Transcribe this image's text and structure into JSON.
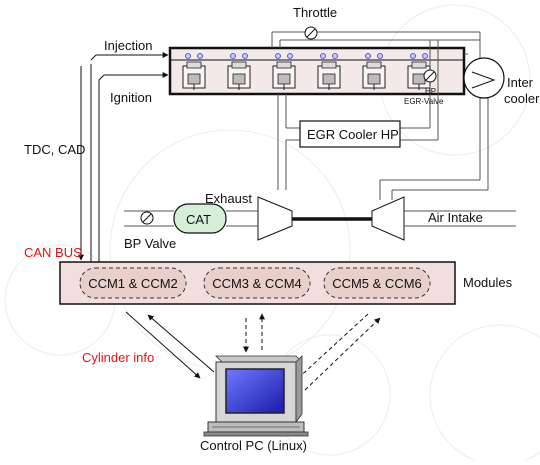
{
  "labels": {
    "throttle": "Throttle",
    "injection": "Injection",
    "ignition": "Ignition",
    "tdc_cad": "TDC, CAD",
    "hp_egr_line1": "HP",
    "hp_egr_line2": "EGR-Valve",
    "intercooler_line1": "Inter",
    "intercooler_line2": "cooler",
    "egr_cooler": "EGR Cooler HP",
    "exhaust": "Exhaust",
    "cat": "CAT",
    "bp_valve": "BP Valve",
    "air_intake": "Air Intake",
    "can_bus": "CAN BUS",
    "modules": "Modules",
    "cylinder_info": "Cylinder info",
    "control_pc": "Control PC (Linux)"
  },
  "modules": [
    {
      "label": "CCM1 & CCM2"
    },
    {
      "label": "CCM3 & CCM4"
    },
    {
      "label": "CCM5 & CCM6"
    }
  ],
  "cylinder_count": 6,
  "colors": {
    "accent_red": "#e81010",
    "module_bar_fill": "#f3dede",
    "module_pill_fill": "#e8cfc9",
    "cat_fill": "#d6efd9",
    "screen_fill": "#3b3bd8"
  }
}
